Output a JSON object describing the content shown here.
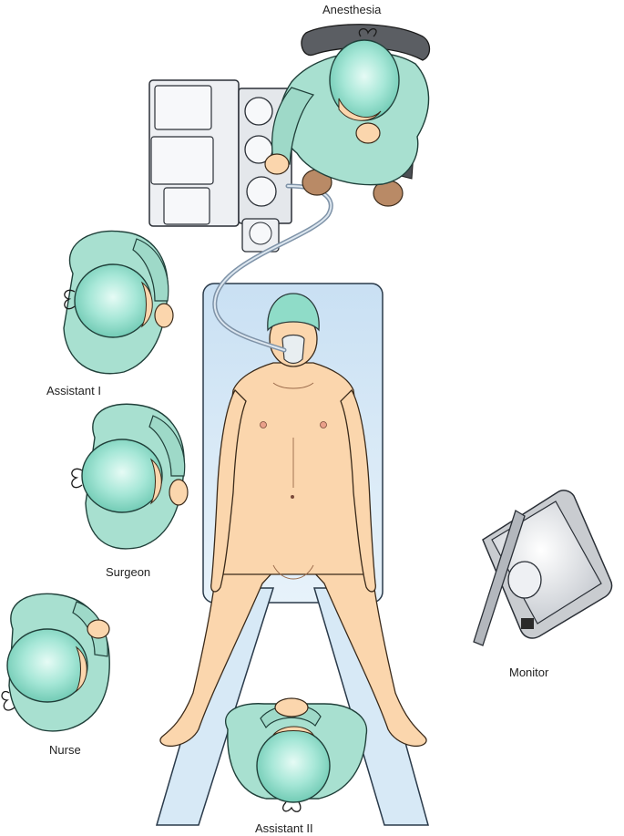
{
  "labels": {
    "anesthesia": "Anesthesia",
    "assistant1": "Assistant I",
    "surgeon": "Surgeon",
    "nurse": "Nurse",
    "assistant2": "Assistant II",
    "monitor": "Monitor"
  },
  "colors": {
    "gown": "#a8e0d0",
    "gown_dark": "#7cc4b2",
    "cap": "#9be2d2",
    "skin": "#fbd6ad",
    "skin_shade": "#f3bd8a",
    "table": "#d9ebf7",
    "table_edge": "#2a3a4a",
    "equipment": "#e8eaee",
    "monitor_body": "#c9ccd0",
    "shoe": "#b98a66"
  }
}
